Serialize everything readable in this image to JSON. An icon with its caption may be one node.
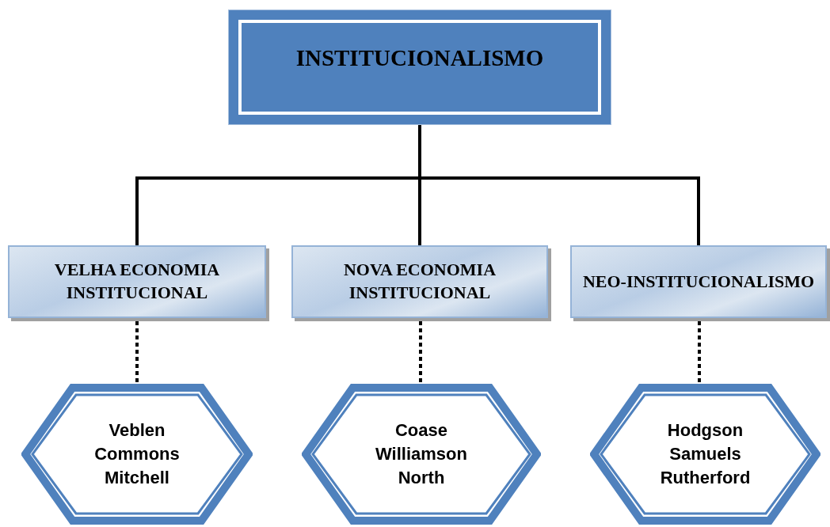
{
  "diagram": {
    "nodes": [
      {
        "text": [
          "INSTITUCIONALISMO"
        ]
      },
      {
        "text": [
          "VELHA ECONOMIA INSTITUCIONAL"
        ]
      },
      {
        "text": [
          "NOVA ECONOMIA INSTITUCIONAL"
        ]
      },
      {
        "text": [
          "NEO-INSTITUCIONALISMO"
        ]
      },
      {
        "text": [
          "Veblen",
          "Commons",
          "Mitchell"
        ]
      },
      {
        "text": [
          "Coase",
          "Williamson",
          "North"
        ]
      },
      {
        "text": [
          "Hodgson",
          "Samuels",
          "Rutherford"
        ]
      }
    ],
    "edges": [
      {
        "from": 0,
        "to": 1,
        "arrow": "none"
      },
      {
        "from": 0,
        "to": 2,
        "arrow": "none"
      },
      {
        "from": 0,
        "to": 3,
        "arrow": "none"
      },
      {
        "from": 1,
        "to": 4,
        "arrow": "none",
        "style": "dashed"
      },
      {
        "from": 2,
        "to": 5,
        "arrow": "none",
        "style": "dashed"
      },
      {
        "from": 3,
        "to": 6,
        "arrow": "none",
        "style": "dashed"
      }
    ]
  }
}
